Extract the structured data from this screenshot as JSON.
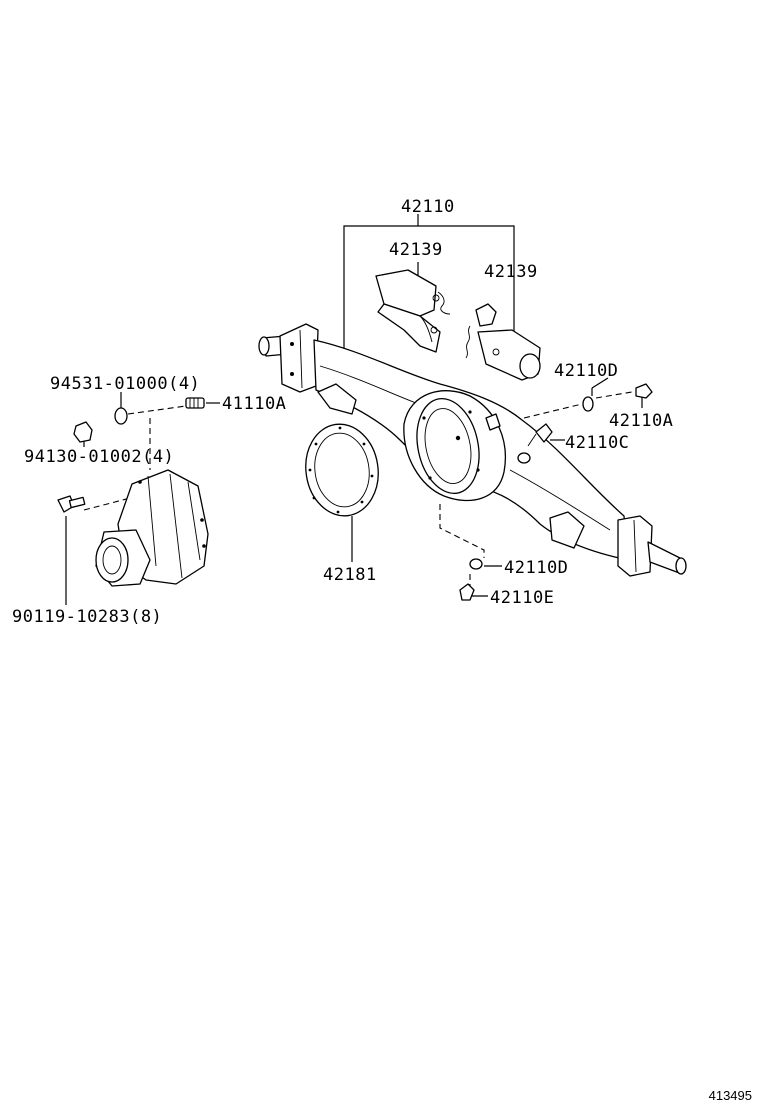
{
  "labels": {
    "p42110": "42110",
    "p42139_left": "42139",
    "p42139_right": "42139",
    "p42110D_top": "42110D",
    "p42110A_right": "42110A",
    "p42110C": "42110C",
    "p94531": "94531-01000(4)",
    "p41110A": "41110A",
    "p94130": "94130-01002(4)",
    "p42181": "42181",
    "p42110D_bottom": "42110D",
    "p42110E": "42110E",
    "p90119": "90119-10283(8)"
  },
  "reference": "413495"
}
